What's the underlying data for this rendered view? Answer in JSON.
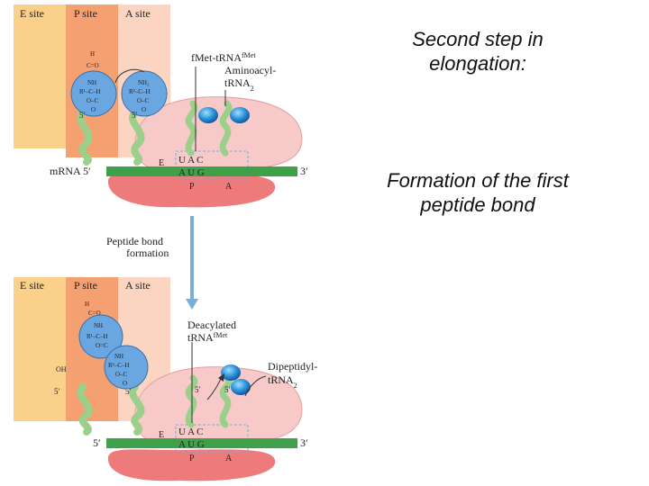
{
  "slide": {
    "title": "Second step in elongation:",
    "subtitle": "Formation of the first peptide bond"
  },
  "figure": {
    "top_panel": {
      "sites": [
        "E site",
        "P site",
        "A site"
      ],
      "labels": {
        "fmet_trna": "fMet-tRNA",
        "fmet_sup": "fMet",
        "aminoacyl_line1": "Aminoacyl-",
        "aminoacyl_line2": "tRNA",
        "aminoacyl_sub": "2"
      },
      "mrna_label": "mRNA 5′",
      "mrna_end": "3′",
      "anticodon": "U A C",
      "codon": "A U G",
      "ribosome_sites": [
        "E",
        "P",
        "A"
      ],
      "five_prime": [
        "5′",
        "5′"
      ],
      "chem_p": [
        "H",
        "C=O",
        "NH",
        "R¹–C–H",
        "O–C",
        "O"
      ],
      "chem_a": [
        "NH₂",
        "R²–C–H",
        "O–C",
        "O"
      ]
    },
    "arrow_label_line1": "Peptide bond",
    "arrow_label_line2": "formation",
    "bottom_panel": {
      "sites": [
        "E site",
        "P site",
        "A site"
      ],
      "labels": {
        "deacylated_line1": "Deacylated",
        "deacylated_line2": "tRNA",
        "deacylated_sup": "fMet",
        "dipeptidyl_line1": "Dipeptidyl-",
        "dipeptidyl_line2": "tRNA",
        "dipeptidyl_sub": "2"
      },
      "mrna_label": "5′",
      "mrna_end": "3′",
      "anticodon": "U A C",
      "codon": "A U G",
      "ribosome_sites": [
        "E",
        "P",
        "A"
      ],
      "five_prime": [
        "5′",
        "5′"
      ],
      "oh_label": "OH",
      "chem_d": [
        "H",
        "C=O",
        "NH",
        "R¹–C–H",
        "O=C",
        "NH",
        "R²–C–H",
        "O–C",
        "O"
      ]
    },
    "colors": {
      "e_site": "#fbd08a",
      "p_site": "#f4a070",
      "a_site": "#fbd5c2",
      "mrna": "#3fa04a",
      "ribosome_large": "#f7c9c9",
      "ribosome_small": "#ee7b7b",
      "trna": "#9cd08a",
      "molecule": "#6aa6e0",
      "arrow": "#7aaed6"
    }
  }
}
